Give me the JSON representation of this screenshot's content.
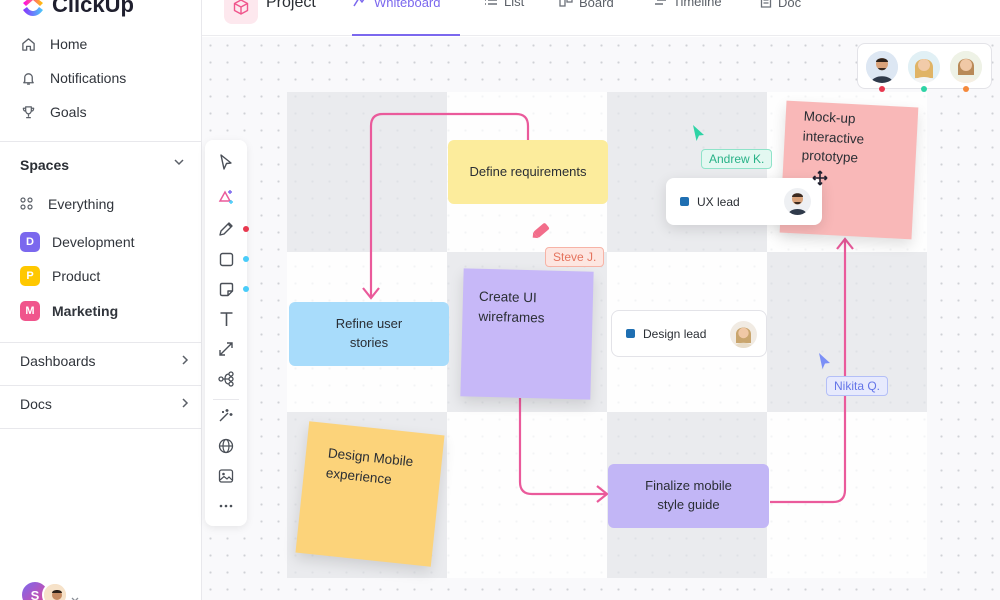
{
  "app": {
    "name": "ClickUp"
  },
  "sidebar": {
    "nav": [
      {
        "label": "Home",
        "icon": "home-icon"
      },
      {
        "label": "Notifications",
        "icon": "bell-icon"
      },
      {
        "label": "Goals",
        "icon": "trophy-icon"
      }
    ],
    "spaces_title": "Spaces",
    "spaces": [
      {
        "label": "Everything",
        "icon": "grid-icon"
      },
      {
        "label": "Development",
        "badge": "D",
        "color": "#7b68ee"
      },
      {
        "label": "Product",
        "badge": "P",
        "color": "#ffc800"
      },
      {
        "label": "Marketing",
        "badge": "M",
        "color": "#f0558c"
      }
    ],
    "dashboards": "Dashboards",
    "docs": "Docs",
    "user_initial": "S"
  },
  "topbar": {
    "project": "Project",
    "tabs": [
      {
        "label": "Whiteboard",
        "icon": "whiteboard-icon",
        "active": true
      },
      {
        "label": "List",
        "icon": "list-icon"
      },
      {
        "label": "Board",
        "icon": "board-icon"
      },
      {
        "label": "Timeline",
        "icon": "timeline-icon"
      },
      {
        "label": "Doc",
        "icon": "doc-icon"
      }
    ]
  },
  "whiteboard": {
    "notes": {
      "define": "Define requirements",
      "refine": "Refine user stories",
      "wireframes": "Create UI wireframes",
      "mockup": "Mock-up interactive prototype",
      "mobile": "Design Mobile experience",
      "finalize": "Finalize mobile style guide"
    },
    "cards": {
      "ux": "UX lead",
      "design": "Design lead"
    },
    "cursors": {
      "andrew": "Andrew K.",
      "steve": "Steve J.",
      "nikita": "Nikita Q."
    },
    "colors": {
      "yellow": "#fcec9c",
      "blue": "#a8dcfb",
      "purple": "#c7b8f8",
      "pink": "#f9b8b8",
      "orange": "#fcd37a",
      "violet": "#c2b6f6",
      "connector": "#ea5a9b"
    }
  }
}
